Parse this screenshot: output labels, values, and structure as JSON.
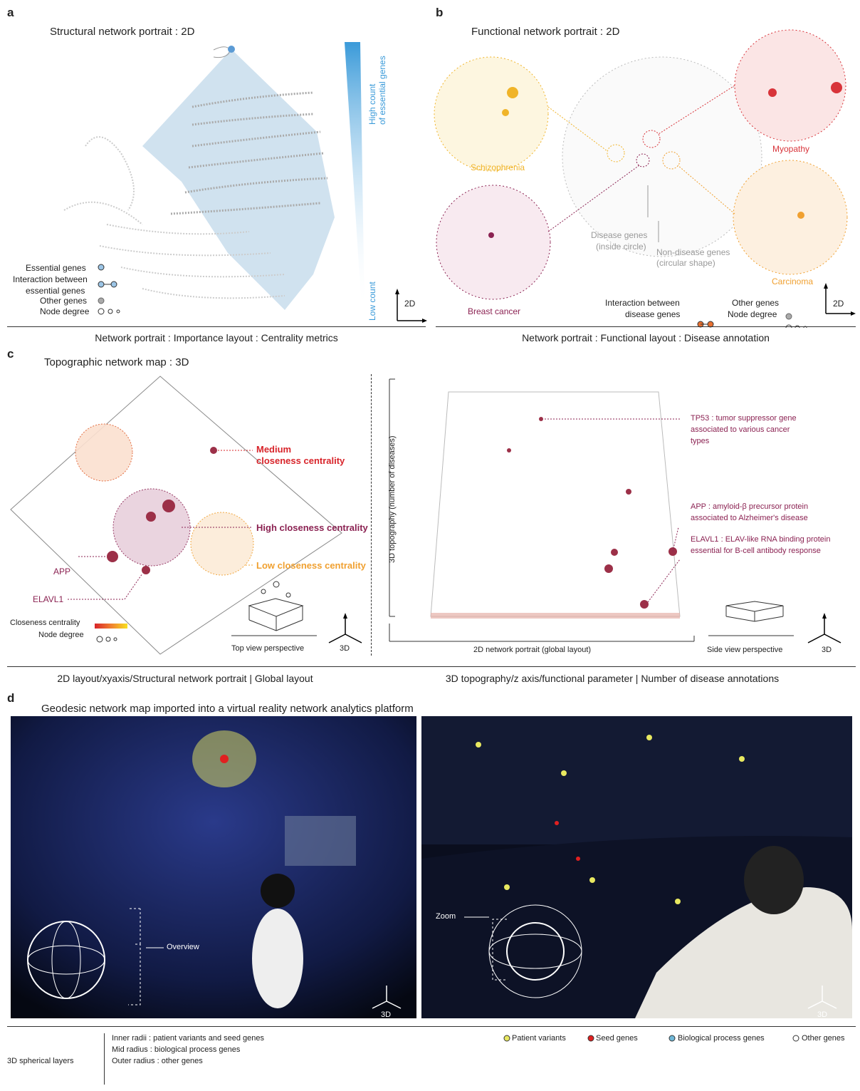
{
  "a": {
    "label": "a",
    "title": "Structural network portrait : 2D",
    "gradient_top": "High count",
    "gradient_top2": "of essential genes",
    "gradient_bottom": "Low count",
    "legend": {
      "essential": "Essential genes",
      "interaction1": "Interaction between",
      "interaction2": "essential genes",
      "other": "Other genes",
      "degree": "Node degree"
    },
    "axis": "2D",
    "caption": "Network portrait : Importance layout : Centrality metrics"
  },
  "b": {
    "label": "b",
    "title": "Functional network portrait : 2D",
    "schizophrenia": "Schizophrenia",
    "myopathy": "Myopathy",
    "carcinoma": "Carcinoma",
    "breast_cancer": "Breast cancer",
    "disease_genes1": "Disease genes",
    "disease_genes2": "(inside circle)",
    "nondisease1": "Non-disease genes",
    "nondisease2": "(circular shape)",
    "interaction1": "Interaction between",
    "interaction2": "disease genes",
    "other": "Other genes",
    "degree": "Node degree",
    "axis": "2D",
    "caption": "Network portrait : Functional layout : Disease annotation"
  },
  "c": {
    "label": "c",
    "title": "Topographic network map : 3D",
    "medium1": "Medium",
    "medium2": "closeness centrality",
    "high": "High closeness centrality",
    "low": "Low closeness centrality",
    "app": "APP",
    "elavl1": "ELAVL1",
    "closeness": "Closeness centrality",
    "degree": "Node degree",
    "top_view": "Top view perspective",
    "axis_left": "3D",
    "yaxis": "3D topography (number of diseases)",
    "tp53_1": "TP53 : tumor suppressor gene",
    "tp53_2": "associated to various cancer",
    "tp53_3": "types",
    "app_1": "APP : amyloid-β precursor protein",
    "app_2": "associated to Alzheimer's disease",
    "elavl1_1": "ELAVL1 : ELAV-like RNA binding protein",
    "elavl1_2": "essential for B-cell antibody response",
    "xaxis": "2D network portrait (global layout)",
    "side_view": "Side view perspective",
    "axis_right": "3D",
    "caption_left": "2D layout/xyaxis/Structural network portrait | Global layout",
    "caption_right": "3D topography/z axis/functional parameter | Number of disease annotations"
  },
  "d": {
    "label": "d",
    "title": "Geodesic network map imported into a virtual reality network analytics platform",
    "overview": "Overview",
    "zoom": "Zoom",
    "axis_left": "3D",
    "axis_right": "3D",
    "layers_title": "3D spherical layers",
    "inner": "Inner radii : patient variants and seed genes",
    "mid": "Mid radius : biological process genes",
    "outer": "Outer radius : other genes",
    "legend": {
      "patient": "Patient variants",
      "seed": "Seed genes",
      "bio": "Biological process genes",
      "other": "Other genes"
    }
  },
  "colors": {
    "essential": "#5b9bd5",
    "schizophrenia": "#f0b429",
    "myopathy": "#d8343a",
    "carcinoma": "#f0a030",
    "breast": "#8b2252",
    "medium": "#d8242a",
    "high": "#8b2252",
    "low": "#f0a030",
    "patient": "#e8e860",
    "seed": "#e02020",
    "bio": "#70b8d8"
  }
}
